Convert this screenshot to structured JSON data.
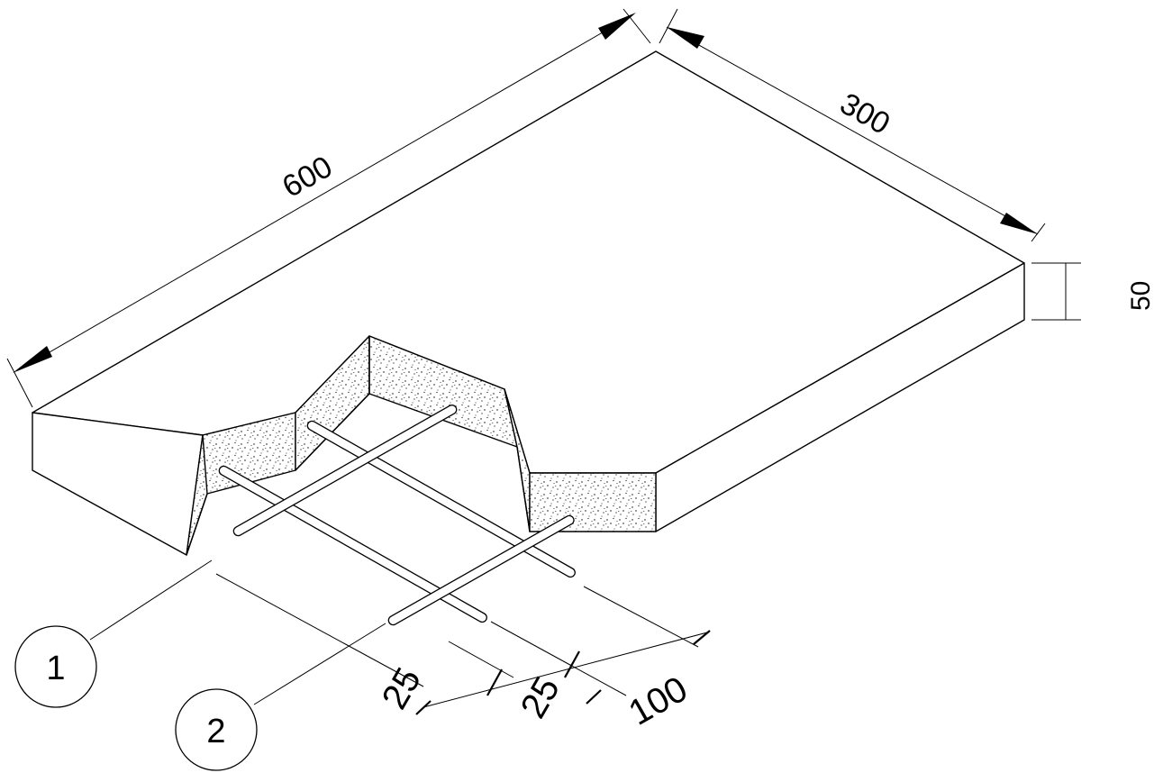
{
  "dimensions": {
    "length": "600",
    "width": "300",
    "thickness": "50",
    "rebar_cover_1": "25",
    "rebar_cover_2": "25",
    "rebar_spacing": "100"
  },
  "callouts": {
    "item_1": "1",
    "item_2": "2"
  },
  "colors": {
    "line": "#000000",
    "background": "#ffffff"
  }
}
